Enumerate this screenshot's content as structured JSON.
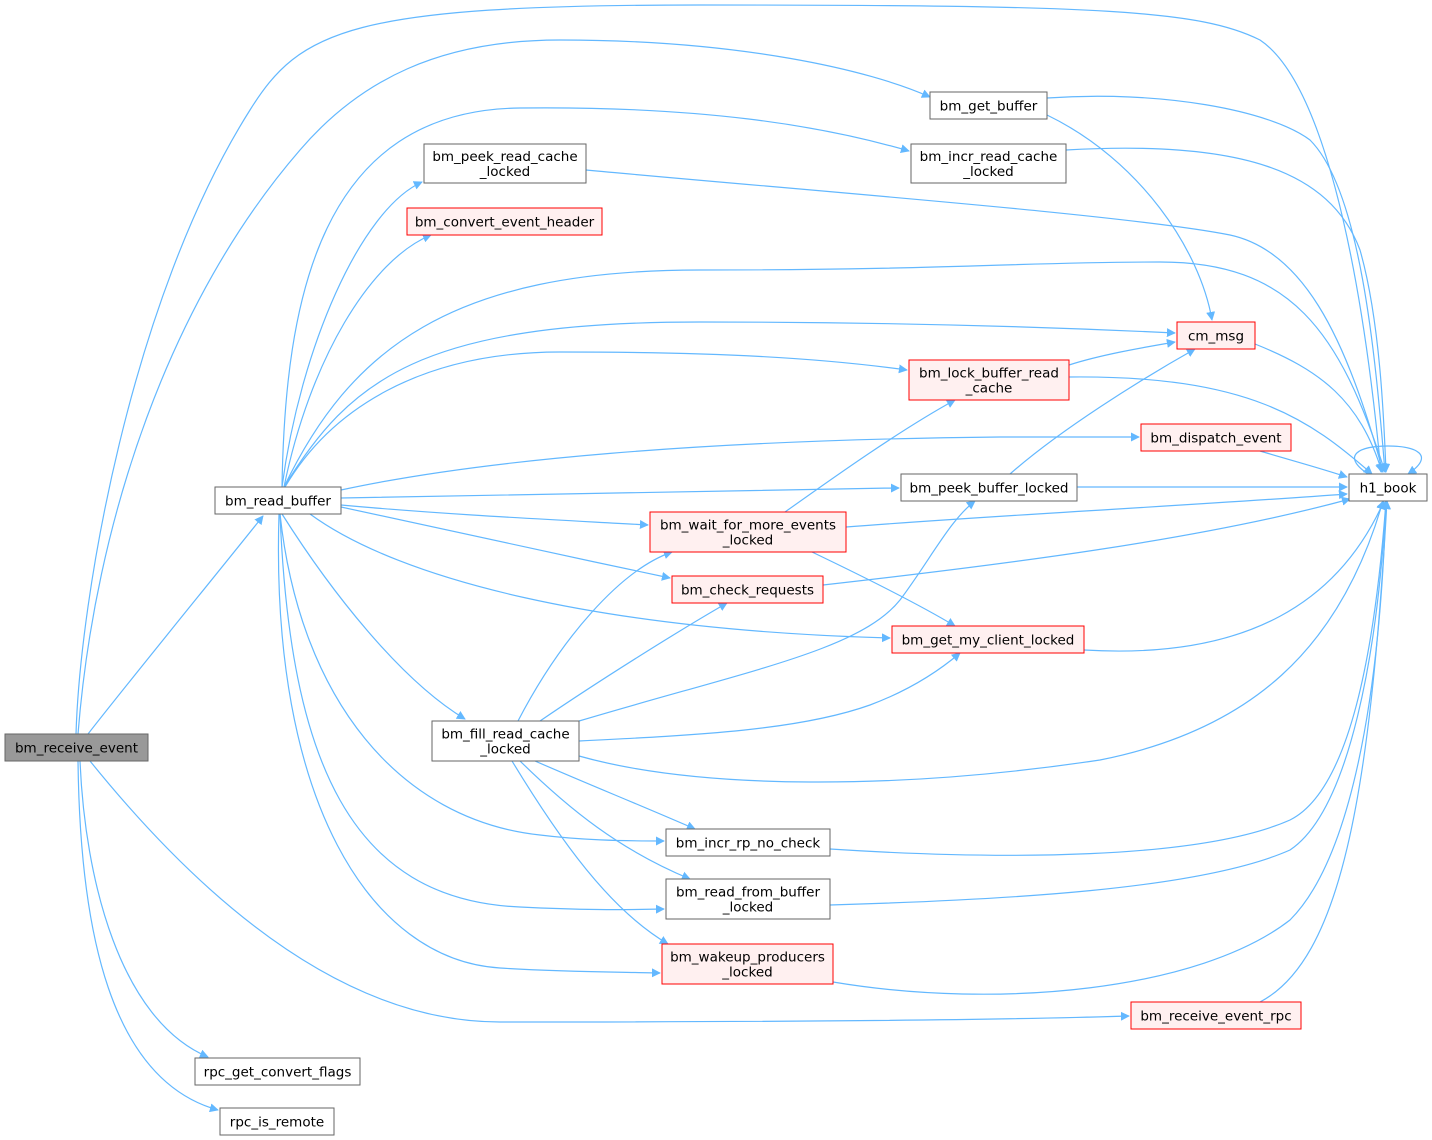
{
  "colors": {
    "edge": "#63b8ff",
    "node_fill": "#ffffff",
    "node_border": "#666666",
    "root_fill": "#999999",
    "truncated_fill": "#fff0f0",
    "truncated_border": "#ff0000"
  },
  "nodes": [
    {
      "id": "bm_receive_event",
      "lines": [
        "bm_receive_event"
      ],
      "style": "root"
    },
    {
      "id": "bm_read_buffer",
      "lines": [
        "bm_read_buffer"
      ],
      "style": "normal"
    },
    {
      "id": "h1_book",
      "lines": [
        "h1_book"
      ],
      "style": "normal"
    },
    {
      "id": "bm_get_buffer",
      "lines": [
        "bm_get_buffer"
      ],
      "style": "normal"
    },
    {
      "id": "bm_peek_read_cache_locked",
      "lines": [
        "bm_peek_read_cache",
        "_locked"
      ],
      "style": "normal"
    },
    {
      "id": "bm_incr_read_cache_locked",
      "lines": [
        "bm_incr_read_cache",
        "_locked"
      ],
      "style": "normal"
    },
    {
      "id": "bm_convert_event_header",
      "lines": [
        "bm_convert_event_header"
      ],
      "style": "truncated"
    },
    {
      "id": "cm_msg",
      "lines": [
        "cm_msg"
      ],
      "style": "truncated"
    },
    {
      "id": "bm_lock_buffer_read_cache",
      "lines": [
        "bm_lock_buffer_read",
        "_cache"
      ],
      "style": "truncated"
    },
    {
      "id": "bm_dispatch_event",
      "lines": [
        "bm_dispatch_event"
      ],
      "style": "truncated"
    },
    {
      "id": "bm_peek_buffer_locked",
      "lines": [
        "bm_peek_buffer_locked"
      ],
      "style": "normal"
    },
    {
      "id": "bm_wait_for_more_events_locked",
      "lines": [
        "bm_wait_for_more_events",
        "_locked"
      ],
      "style": "truncated"
    },
    {
      "id": "bm_check_requests",
      "lines": [
        "bm_check_requests"
      ],
      "style": "truncated"
    },
    {
      "id": "bm_get_my_client_locked",
      "lines": [
        "bm_get_my_client_locked"
      ],
      "style": "truncated"
    },
    {
      "id": "bm_fill_read_cache_locked",
      "lines": [
        "bm_fill_read_cache",
        "_locked"
      ],
      "style": "normal"
    },
    {
      "id": "bm_incr_rp_no_check",
      "lines": [
        "bm_incr_rp_no_check"
      ],
      "style": "normal"
    },
    {
      "id": "bm_read_from_buffer_locked",
      "lines": [
        "bm_read_from_buffer",
        "_locked"
      ],
      "style": "normal"
    },
    {
      "id": "bm_wakeup_producers_locked",
      "lines": [
        "bm_wakeup_producers",
        "_locked"
      ],
      "style": "truncated"
    },
    {
      "id": "bm_receive_event_rpc",
      "lines": [
        "bm_receive_event_rpc"
      ],
      "style": "truncated"
    },
    {
      "id": "rpc_get_convert_flags",
      "lines": [
        "rpc_get_convert_flags"
      ],
      "style": "normal"
    },
    {
      "id": "rpc_is_remote",
      "lines": [
        "rpc_is_remote"
      ],
      "style": "normal"
    }
  ],
  "edges": [
    {
      "from": "bm_receive_event",
      "to": "bm_read_buffer"
    },
    {
      "from": "bm_receive_event",
      "to": "h1_book"
    },
    {
      "from": "bm_receive_event",
      "to": "bm_get_buffer"
    },
    {
      "from": "bm_receive_event",
      "to": "bm_receive_event_rpc"
    },
    {
      "from": "bm_receive_event",
      "to": "rpc_get_convert_flags"
    },
    {
      "from": "bm_receive_event",
      "to": "rpc_is_remote"
    },
    {
      "from": "bm_read_buffer",
      "to": "bm_peek_read_cache_locked"
    },
    {
      "from": "bm_read_buffer",
      "to": "bm_convert_event_header"
    },
    {
      "from": "bm_read_buffer",
      "to": "bm_incr_read_cache_locked"
    },
    {
      "from": "bm_read_buffer",
      "to": "h1_book"
    },
    {
      "from": "bm_read_buffer",
      "to": "cm_msg"
    },
    {
      "from": "bm_read_buffer",
      "to": "bm_lock_buffer_read_cache"
    },
    {
      "from": "bm_read_buffer",
      "to": "bm_dispatch_event"
    },
    {
      "from": "bm_read_buffer",
      "to": "bm_peek_buffer_locked"
    },
    {
      "from": "bm_read_buffer",
      "to": "bm_wait_for_more_events_locked"
    },
    {
      "from": "bm_read_buffer",
      "to": "bm_check_requests"
    },
    {
      "from": "bm_read_buffer",
      "to": "bm_get_my_client_locked"
    },
    {
      "from": "bm_read_buffer",
      "to": "bm_fill_read_cache_locked"
    },
    {
      "from": "bm_read_buffer",
      "to": "bm_incr_rp_no_check"
    },
    {
      "from": "bm_read_buffer",
      "to": "bm_read_from_buffer_locked"
    },
    {
      "from": "bm_read_buffer",
      "to": "bm_wakeup_producers_locked"
    },
    {
      "from": "bm_get_buffer",
      "to": "h1_book"
    },
    {
      "from": "bm_get_buffer",
      "to": "cm_msg"
    },
    {
      "from": "bm_peek_read_cache_locked",
      "to": "h1_book"
    },
    {
      "from": "bm_incr_read_cache_locked",
      "to": "h1_book"
    },
    {
      "from": "cm_msg",
      "to": "h1_book"
    },
    {
      "from": "bm_lock_buffer_read_cache",
      "to": "cm_msg"
    },
    {
      "from": "bm_lock_buffer_read_cache",
      "to": "h1_book"
    },
    {
      "from": "bm_dispatch_event",
      "to": "h1_book"
    },
    {
      "from": "bm_peek_buffer_locked",
      "to": "cm_msg"
    },
    {
      "from": "bm_peek_buffer_locked",
      "to": "h1_book"
    },
    {
      "from": "bm_wait_for_more_events_locked",
      "to": "bm_lock_buffer_read_cache"
    },
    {
      "from": "bm_wait_for_more_events_locked",
      "to": "h1_book"
    },
    {
      "from": "bm_wait_for_more_events_locked",
      "to": "bm_get_my_client_locked"
    },
    {
      "from": "bm_check_requests",
      "to": "h1_book"
    },
    {
      "from": "bm_get_my_client_locked",
      "to": "h1_book"
    },
    {
      "from": "bm_fill_read_cache_locked",
      "to": "bm_wait_for_more_events_locked"
    },
    {
      "from": "bm_fill_read_cache_locked",
      "to": "bm_check_requests"
    },
    {
      "from": "bm_fill_read_cache_locked",
      "to": "bm_peek_buffer_locked"
    },
    {
      "from": "bm_fill_read_cache_locked",
      "to": "bm_get_my_client_locked"
    },
    {
      "from": "bm_fill_read_cache_locked",
      "to": "h1_book"
    },
    {
      "from": "bm_fill_read_cache_locked",
      "to": "bm_incr_rp_no_check"
    },
    {
      "from": "bm_fill_read_cache_locked",
      "to": "bm_read_from_buffer_locked"
    },
    {
      "from": "bm_fill_read_cache_locked",
      "to": "bm_wakeup_producers_locked"
    },
    {
      "from": "bm_incr_rp_no_check",
      "to": "h1_book"
    },
    {
      "from": "bm_read_from_buffer_locked",
      "to": "h1_book"
    },
    {
      "from": "bm_wakeup_producers_locked",
      "to": "h1_book"
    },
    {
      "from": "bm_receive_event_rpc",
      "to": "h1_book"
    },
    {
      "from": "h1_book",
      "to": "h1_book"
    }
  ]
}
